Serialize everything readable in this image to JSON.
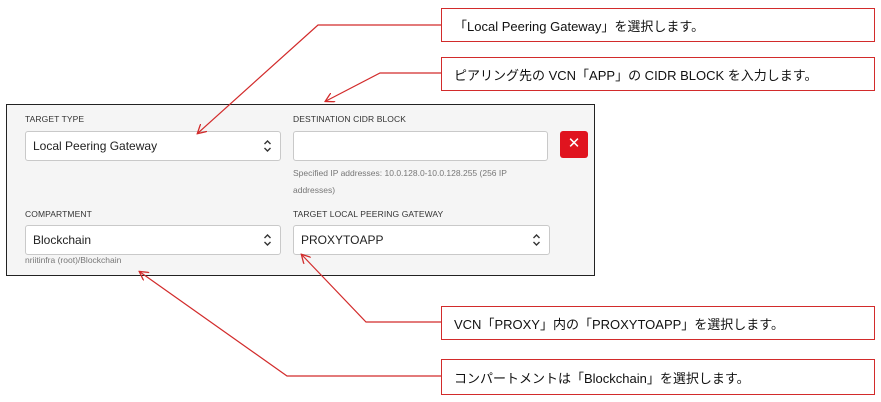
{
  "callouts": [
    "「Local Peering Gateway」を選択します。",
    "ピアリング先の VCN「APP」の CIDR BLOCK を入力します。",
    "VCN「PROXY」内の「PROXYTOAPP」を選択します。",
    "コンパートメントは「Blockchain」を選択します。"
  ],
  "form": {
    "target_type": {
      "label": "TARGET TYPE",
      "value": "Local Peering Gateway"
    },
    "destination_cidr": {
      "label": "DESTINATION CIDR BLOCK",
      "value": "",
      "help_line1": "Specified IP addresses: 10.0.128.0-10.0.128.255 (256 IP",
      "help_line2": "addresses)"
    },
    "delete_symbol": "✕",
    "compartment": {
      "label": "COMPARTMENT",
      "value": "Blockchain",
      "path": "nriitinfra (root)/Blockchain"
    },
    "target_lpg": {
      "label": "TARGET LOCAL PEERING GATEWAY",
      "value": "PROXYTOAPP"
    }
  },
  "colors": {
    "accent_red": "#e0141f",
    "callout_border": "#d22b2b"
  },
  "icons": {
    "select_chevron": "chevron-up-down-icon",
    "delete": "close-icon"
  }
}
